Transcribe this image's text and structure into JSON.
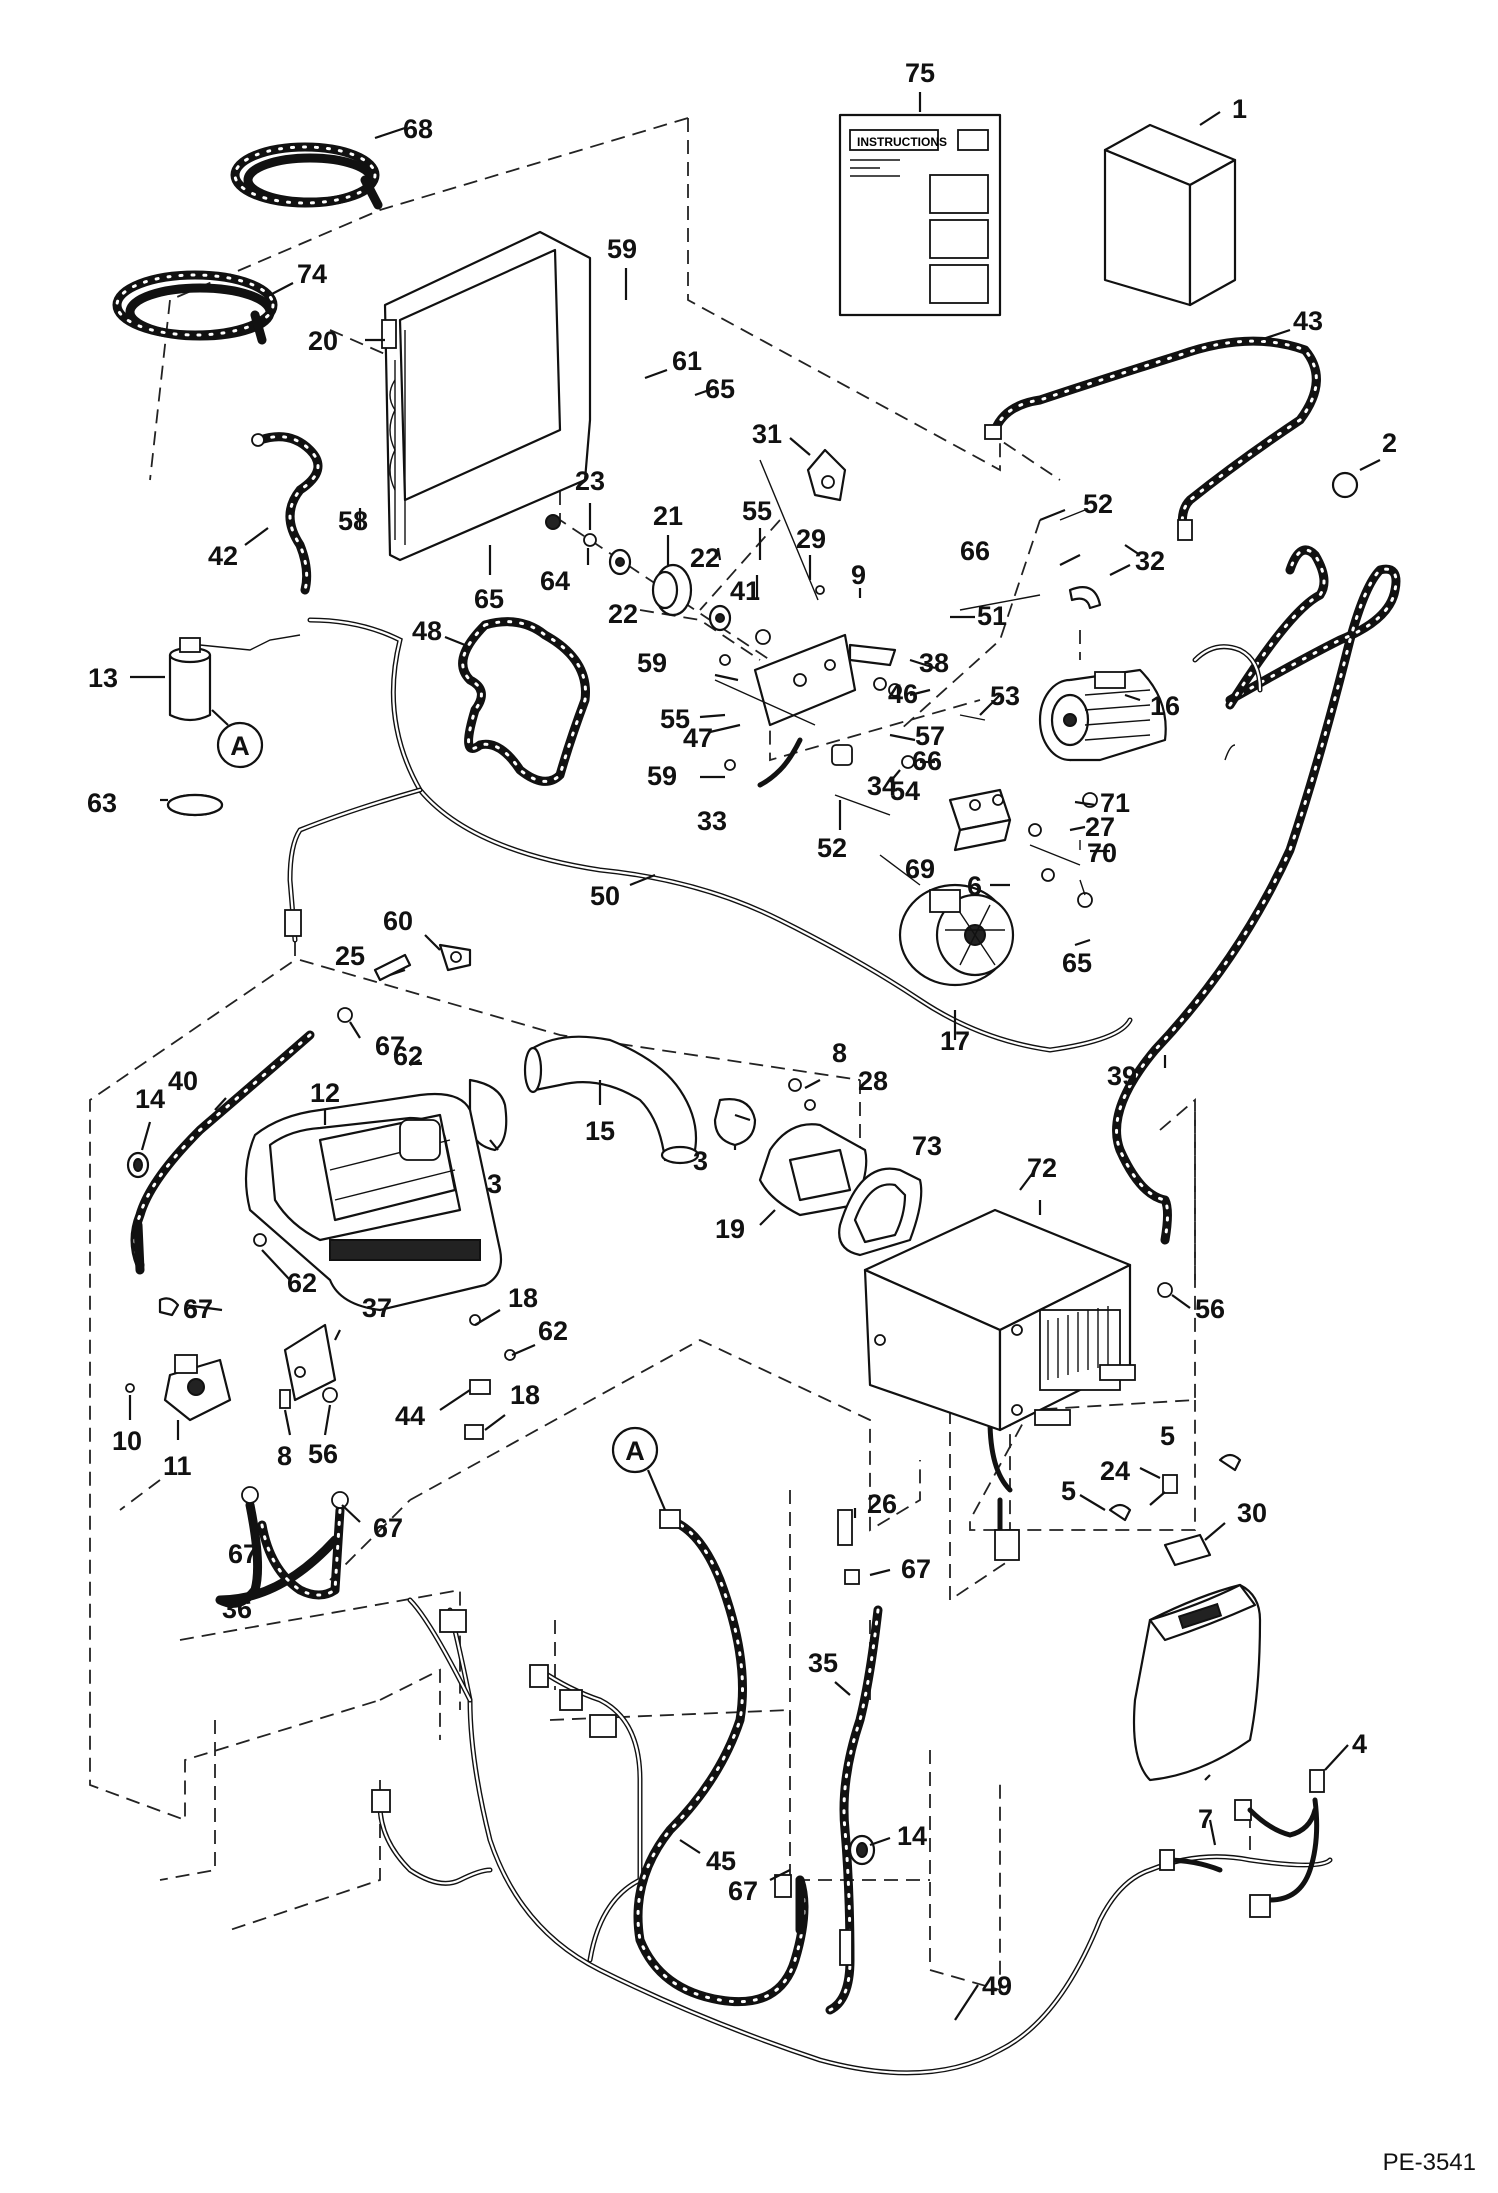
{
  "diagram": {
    "document_id": "PE-3541",
    "instruction_sheet_heading": "INSTRUCTIONS",
    "connection_marker": "A",
    "callouts": [
      {
        "id": "1"
      },
      {
        "id": "2"
      },
      {
        "id": "3"
      },
      {
        "id": "4"
      },
      {
        "id": "5"
      },
      {
        "id": "6"
      },
      {
        "id": "7"
      },
      {
        "id": "8"
      },
      {
        "id": "9"
      },
      {
        "id": "10"
      },
      {
        "id": "11"
      },
      {
        "id": "12"
      },
      {
        "id": "13"
      },
      {
        "id": "14"
      },
      {
        "id": "15"
      },
      {
        "id": "16"
      },
      {
        "id": "17"
      },
      {
        "id": "18"
      },
      {
        "id": "19"
      },
      {
        "id": "20"
      },
      {
        "id": "21"
      },
      {
        "id": "22"
      },
      {
        "id": "23"
      },
      {
        "id": "24"
      },
      {
        "id": "25"
      },
      {
        "id": "26"
      },
      {
        "id": "27"
      },
      {
        "id": "28"
      },
      {
        "id": "29"
      },
      {
        "id": "30"
      },
      {
        "id": "31"
      },
      {
        "id": "32"
      },
      {
        "id": "33"
      },
      {
        "id": "34"
      },
      {
        "id": "35"
      },
      {
        "id": "36"
      },
      {
        "id": "37"
      },
      {
        "id": "38"
      },
      {
        "id": "39"
      },
      {
        "id": "40"
      },
      {
        "id": "41"
      },
      {
        "id": "42"
      },
      {
        "id": "43"
      },
      {
        "id": "44"
      },
      {
        "id": "45"
      },
      {
        "id": "46"
      },
      {
        "id": "47"
      },
      {
        "id": "48"
      },
      {
        "id": "49"
      },
      {
        "id": "50"
      },
      {
        "id": "51"
      },
      {
        "id": "52"
      },
      {
        "id": "53"
      },
      {
        "id": "54"
      },
      {
        "id": "55"
      },
      {
        "id": "56"
      },
      {
        "id": "57"
      },
      {
        "id": "58"
      },
      {
        "id": "59"
      },
      {
        "id": "60"
      },
      {
        "id": "61"
      },
      {
        "id": "62"
      },
      {
        "id": "63"
      },
      {
        "id": "64"
      },
      {
        "id": "65"
      },
      {
        "id": "66"
      },
      {
        "id": "67"
      },
      {
        "id": "68"
      },
      {
        "id": "69"
      },
      {
        "id": "70"
      },
      {
        "id": "71"
      },
      {
        "id": "72"
      },
      {
        "id": "73"
      },
      {
        "id": "74"
      },
      {
        "id": "75"
      }
    ]
  }
}
